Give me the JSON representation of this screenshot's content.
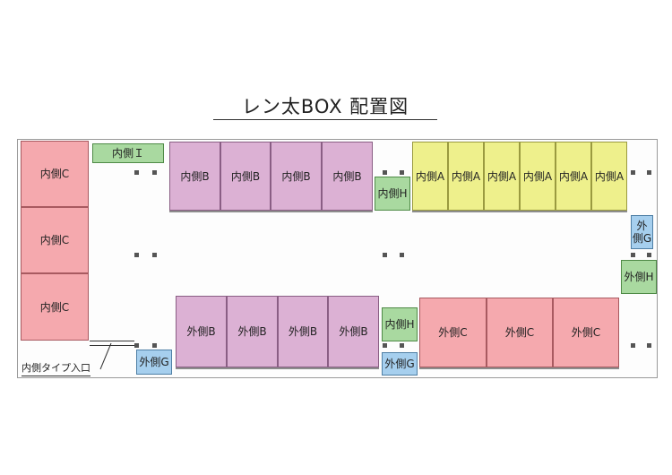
{
  "title": "レン太BOX 配置図",
  "entrance_label": "内側タイプ入口",
  "labels": {
    "inner_a": "内側A",
    "inner_b": "内側B",
    "inner_c": "内側C",
    "inner_h": "内側H",
    "inner_i": "内側Ｉ",
    "outer_b": "外側B",
    "outer_c": "外側C",
    "outer_g": "外側G",
    "outer_h": "外側H"
  },
  "colors": {
    "pink": "#f5a9ae",
    "purple": "#dcb1d4",
    "yellow": "#eef08c",
    "green": "#a9d9a0",
    "blue": "#a6cfee"
  }
}
